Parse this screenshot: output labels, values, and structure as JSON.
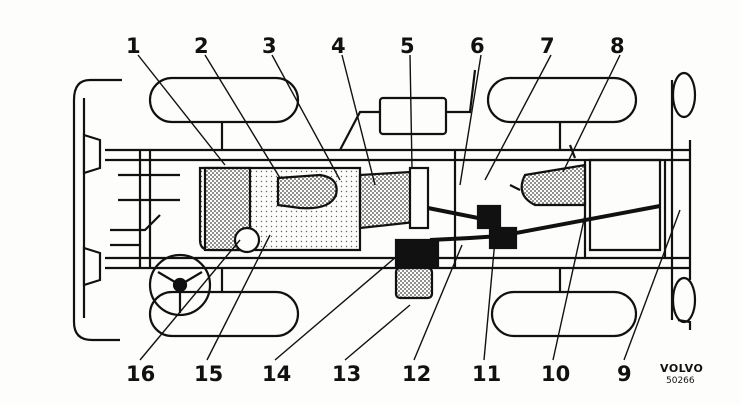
{
  "diagram": {
    "callouts_top": [
      "1",
      "2",
      "3",
      "4",
      "5",
      "6",
      "7",
      "8"
    ],
    "callouts_bottom": [
      "16",
      "15",
      "14",
      "13",
      "12",
      "11",
      "10",
      "9"
    ],
    "brand": "VOLVO",
    "figure_code": "50266"
  },
  "colors": {
    "ink": "#111111",
    "paper": "#fdfdfb",
    "shade": "#9a9a9a"
  }
}
